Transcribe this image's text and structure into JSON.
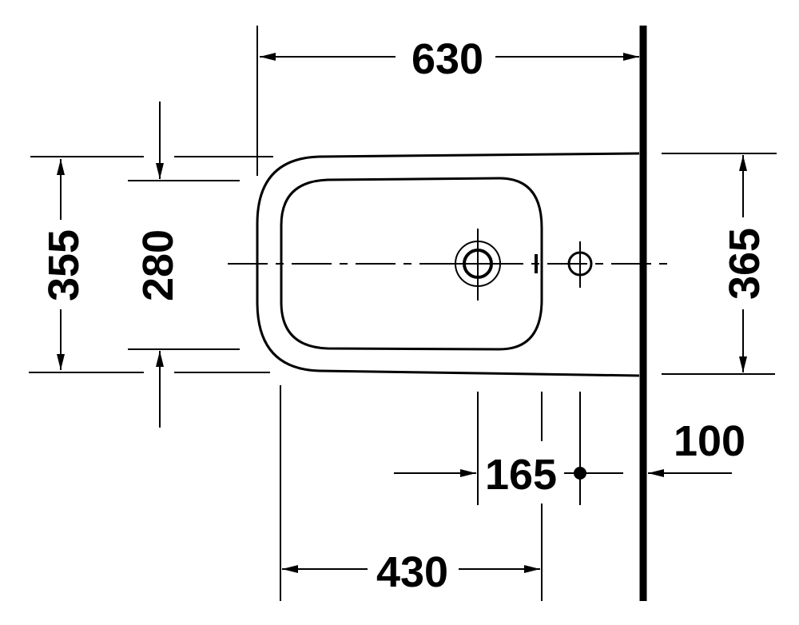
{
  "drawing": {
    "title": "Bidet top view dimension drawing",
    "units": "mm",
    "line_color": "#000000",
    "background": "#ffffff"
  },
  "dimensions": {
    "overall_length": "630",
    "overall_width": "355",
    "bowl_inner_width": "280",
    "wall_mount_width": "365",
    "wall_to_tap_hole": "100",
    "drain_to_tap_hole": "165",
    "front_to_drain": "430"
  },
  "features": [
    {
      "name": "drain-outlet",
      "symbol": "double-circle-with-crosshair"
    },
    {
      "name": "tap-hole",
      "symbol": "circle-with-crosshair"
    },
    {
      "name": "wall",
      "symbol": "thick-vertical-line"
    },
    {
      "name": "centerline",
      "symbol": "dash-dot-line"
    }
  ]
}
